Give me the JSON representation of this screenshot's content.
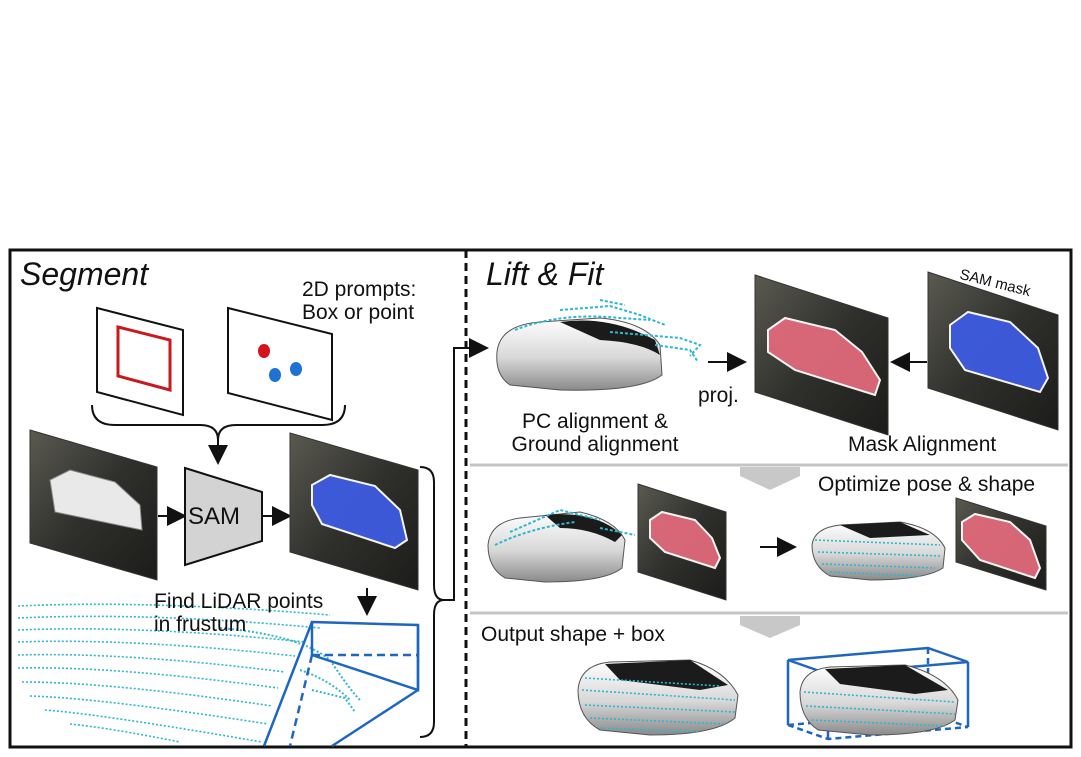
{
  "segment": {
    "heading": "Segment",
    "prompts_label_line1": "2D prompts:",
    "prompts_label_line2": "Box or point",
    "sam_label": "SAM",
    "lidar_label_line1": "Find LiDAR points",
    "lidar_label_line2": "in frustum"
  },
  "lift_fit": {
    "heading": "Lift & Fit",
    "proj_label": "proj.",
    "sam_mask_label": "SAM mask",
    "pc_label_line1": "PC alignment &",
    "pc_label_line2": "Ground alignment",
    "mask_alignment_label": "Mask Alignment",
    "optimize_label": "Optimize pose & shape",
    "output_label": "Output shape + box"
  },
  "colors": {
    "box_prompt": "#c8191e",
    "point_red": "#d4141a",
    "point_blue": "#1e73d2",
    "lidar": "#2bb8cf",
    "frustum": "#1f66c1",
    "mask_blue": "#3d5be0",
    "mask_red": "#e06a7a",
    "divider_gray": "#c4c4c4"
  }
}
